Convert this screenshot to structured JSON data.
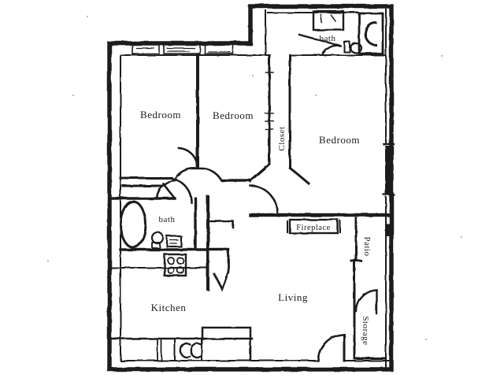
{
  "plan": {
    "rooms": {
      "bedroom1": {
        "label": "Bedroom"
      },
      "bedroom2": {
        "label": "Bedroom"
      },
      "bedroom3": {
        "label": "Bedroom"
      },
      "bath_upper": {
        "label": "bath"
      },
      "bath_lower": {
        "label": "bath"
      },
      "closet": {
        "label": "Closet"
      },
      "kitchen": {
        "label": "Kitchen"
      },
      "living": {
        "label": "Living"
      },
      "patio": {
        "label": "Patio"
      },
      "storage": {
        "label": "Storage"
      },
      "fireplace": {
        "label": "Fireplace"
      }
    },
    "colors": {
      "ink": "#1e1e1e",
      "paper": "#ffffff",
      "noise": "#b9b9b9"
    }
  }
}
